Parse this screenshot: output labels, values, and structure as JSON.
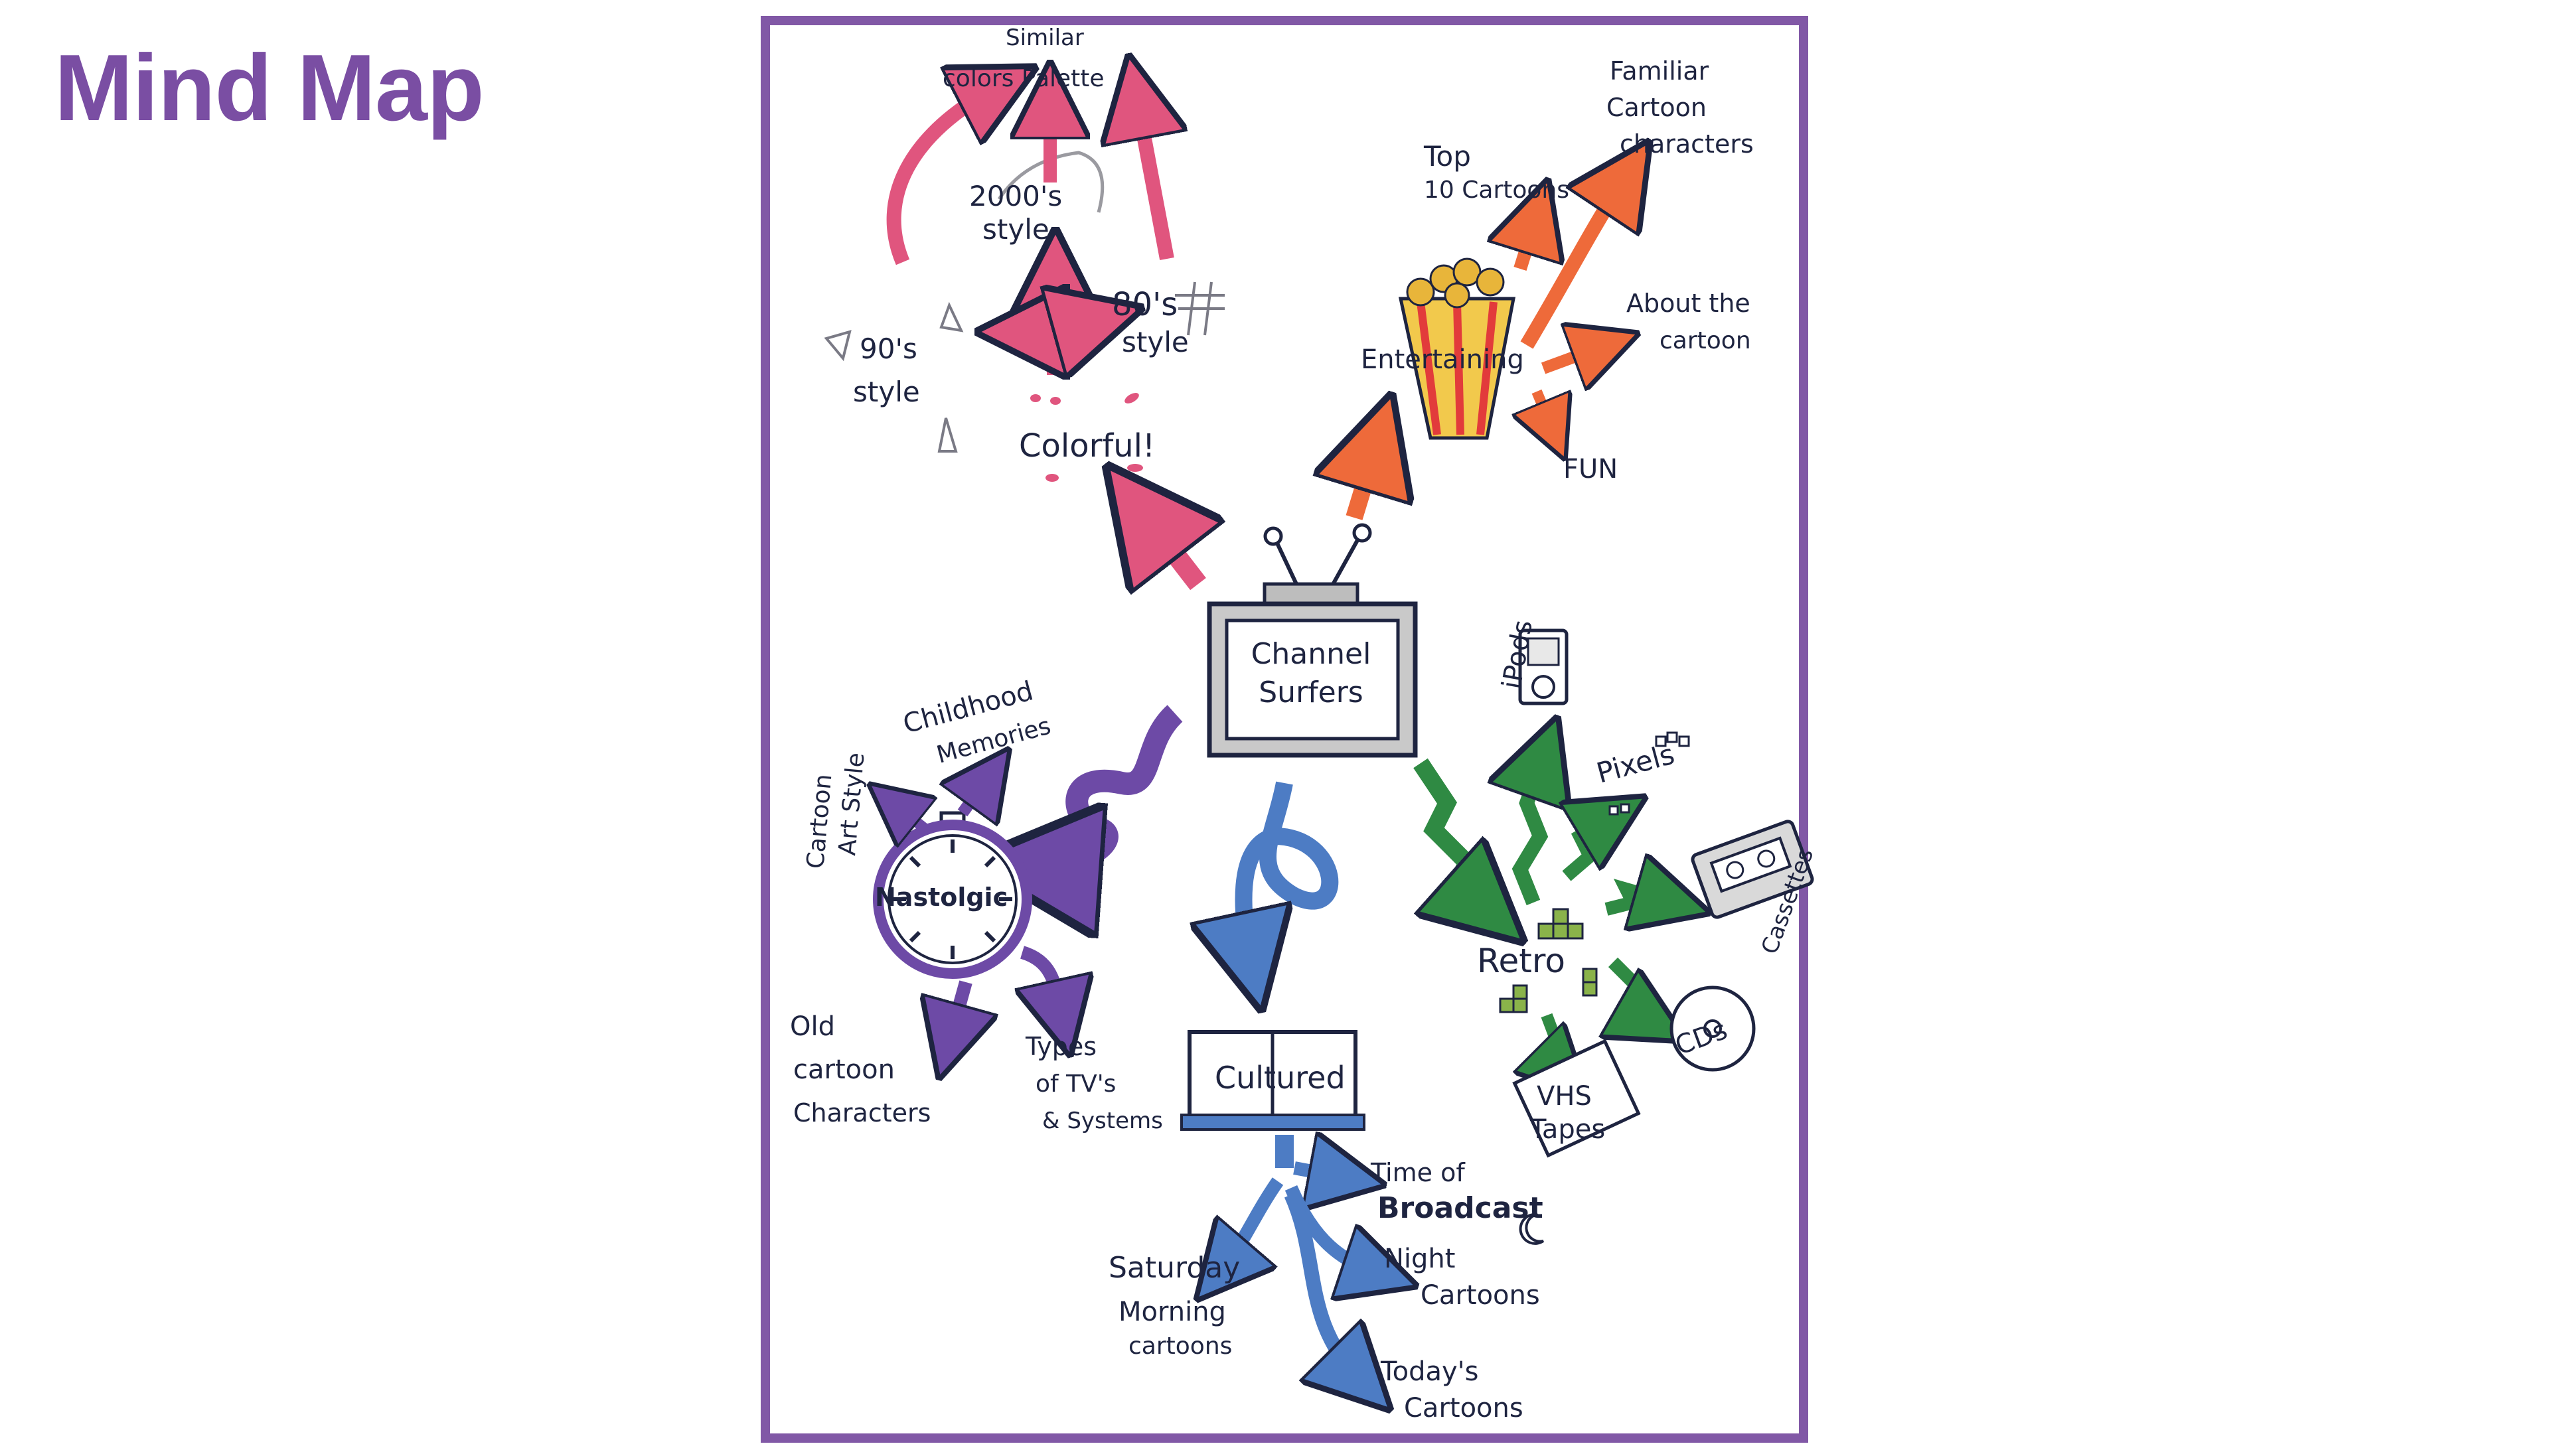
{
  "page_title": "Mind Map",
  "colors": {
    "title": "#7a4ea3",
    "frame": "#8158a6",
    "pink": "#e0557e",
    "orange": "#ee6a3a",
    "green": "#2f8a43",
    "blue": "#4d7cc4",
    "purple": "#6d4aa6",
    "ink": "#1e2440"
  },
  "central": {
    "line1": "Channel",
    "line2": "Surfers"
  },
  "colorful": {
    "label": "Colorful!",
    "style_2000": {
      "line1": "2000's",
      "line2": "style"
    },
    "style_80": {
      "line1": "80's",
      "line2": "style"
    },
    "style_90": {
      "line1": "90's",
      "line2": "style"
    },
    "palette": {
      "line1": "Similar",
      "line2": "colors Palette"
    }
  },
  "entertaining": {
    "label": "Entertaining",
    "top10": {
      "line1": "Top",
      "line2": "10 Cartoons"
    },
    "familiar": {
      "line1": "Familiar",
      "line2": "Cartoon",
      "line3": "characters"
    },
    "about": {
      "line1": "About the",
      "line2": "cartoon"
    },
    "fun": "FUN"
  },
  "retro": {
    "label": "Retro",
    "ipods": "iPods",
    "pixels": "Pixels",
    "cassette": "Cassettes",
    "cds": "CDs",
    "vhs": {
      "line1": "VHS",
      "line2": "Tapes"
    }
  },
  "cultured": {
    "label": "Cultured",
    "broadcast": {
      "line1": "Time of",
      "line2": "Broadcast"
    },
    "night": {
      "line1": "Night",
      "line2": "Cartoons"
    },
    "saturday": {
      "line1": "Saturday",
      "line2": "Morning",
      "line3": "cartoons"
    },
    "today": {
      "line1": "Today's",
      "line2": "Cartoons"
    }
  },
  "nostalgic": {
    "label": "Nastolgic",
    "childhood": {
      "line1": "Childhood",
      "line2": "Memories"
    },
    "artstyle": {
      "line1": "Cartoon",
      "line2": "Art Style"
    },
    "old_chars": {
      "line1": "Old",
      "line2": "cartoon",
      "line3": "Characters"
    },
    "tv_types": {
      "line1": "Types",
      "line2": "of TV's",
      "line3": "& Systems"
    }
  }
}
